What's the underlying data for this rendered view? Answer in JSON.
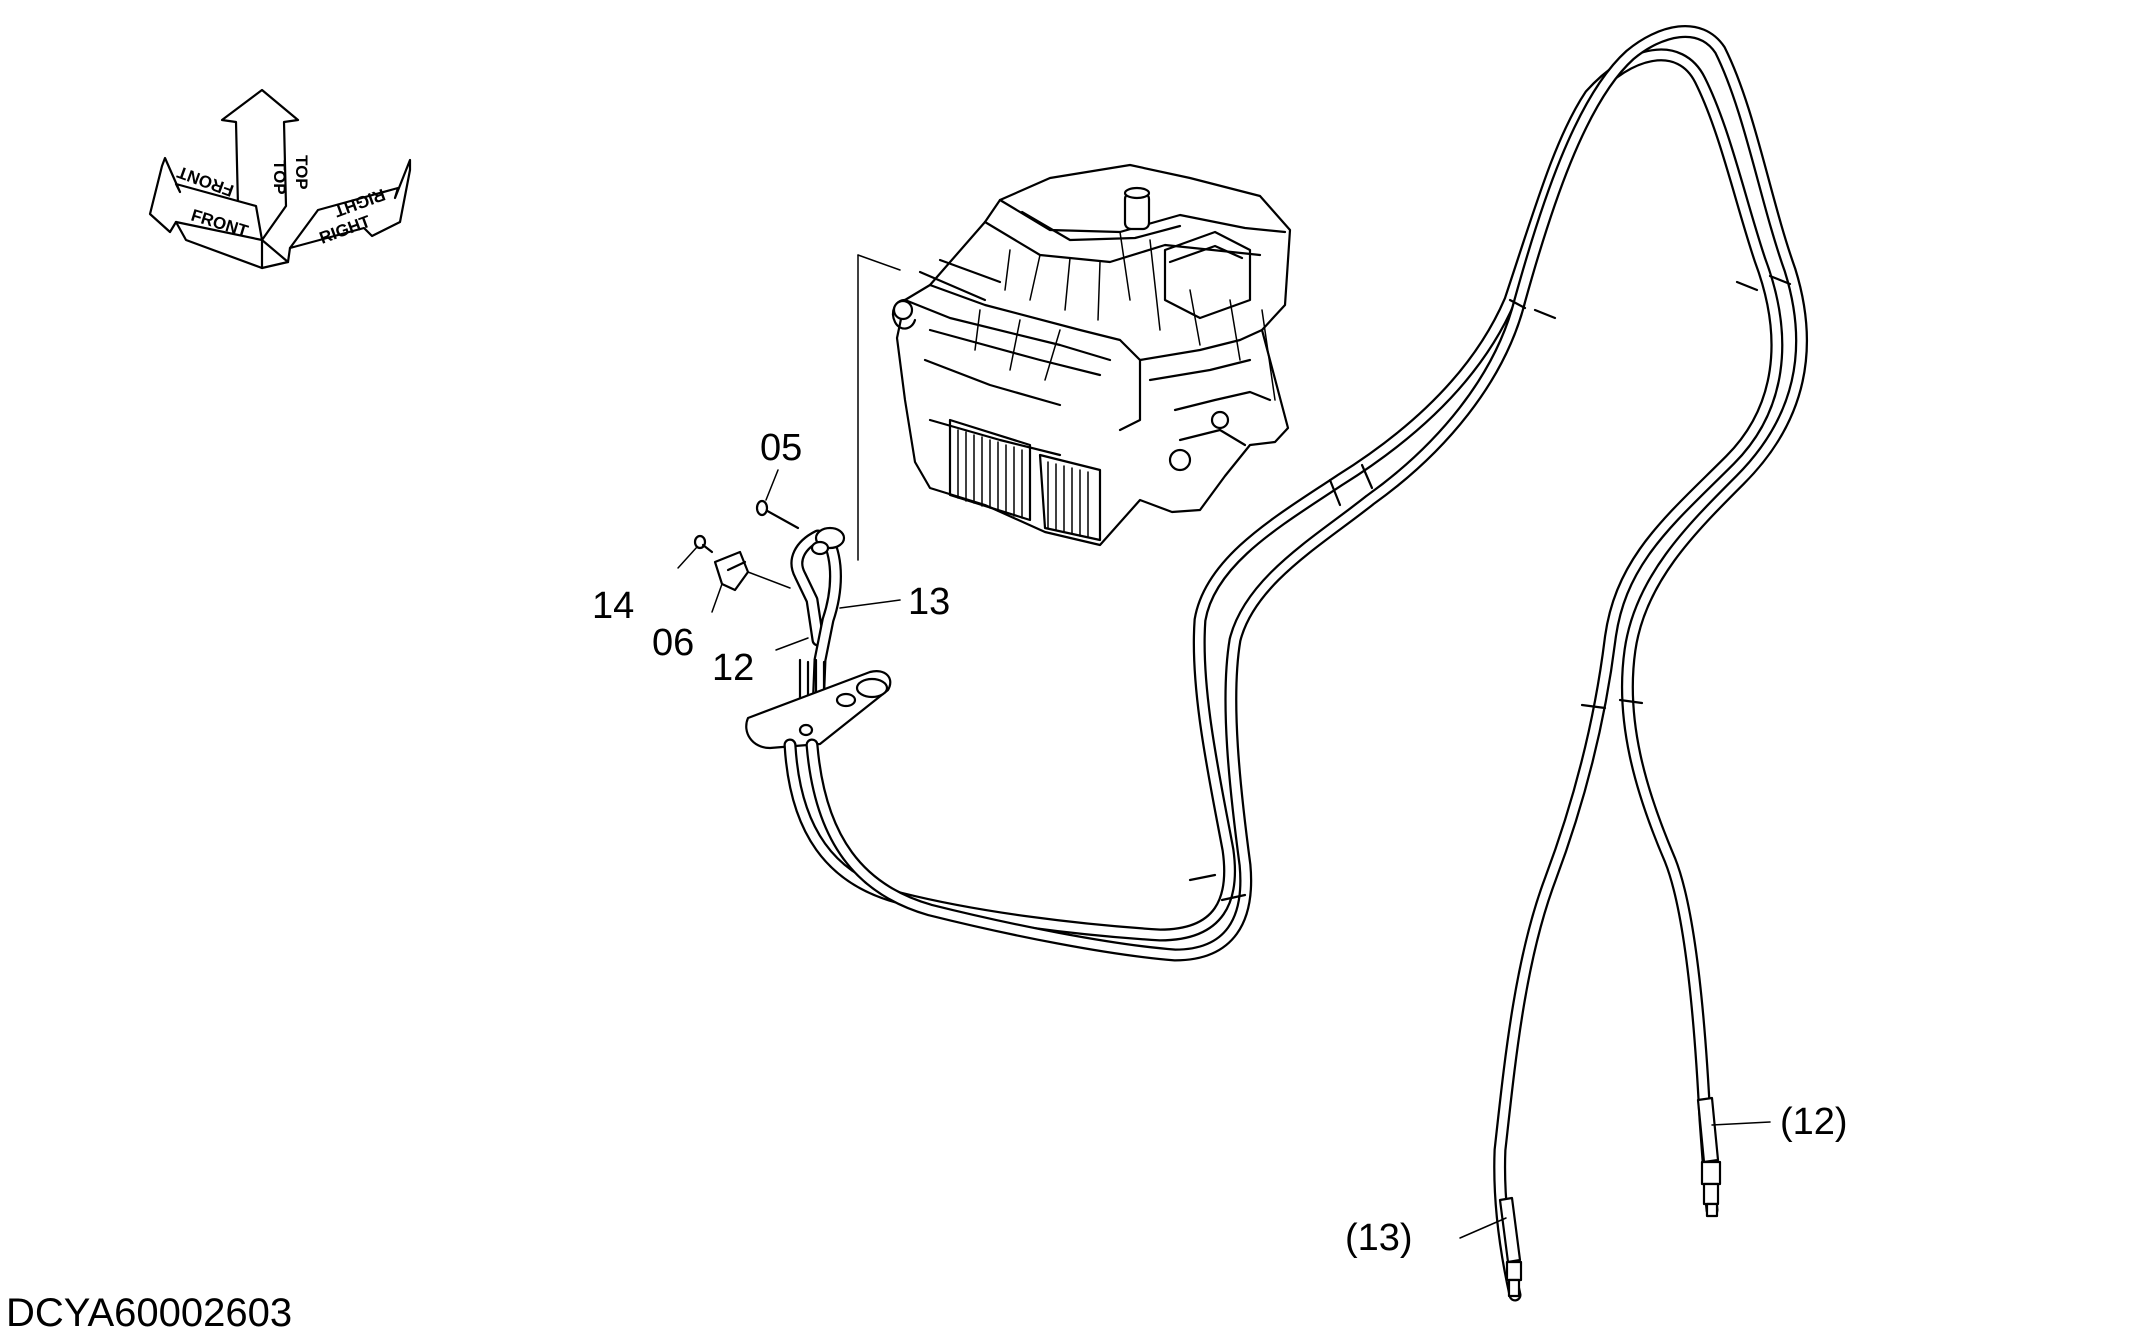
{
  "diagram": {
    "part_labels": {
      "p05": "05",
      "p14": "14",
      "p06": "06",
      "p12": "12",
      "p13": "13",
      "p12_ref": "(12)",
      "p13_ref": "(13)"
    },
    "orientation": {
      "front": "FRONT",
      "top": "TOP",
      "right": "RIGHT"
    },
    "drawing_code": "DCYA60002603"
  }
}
